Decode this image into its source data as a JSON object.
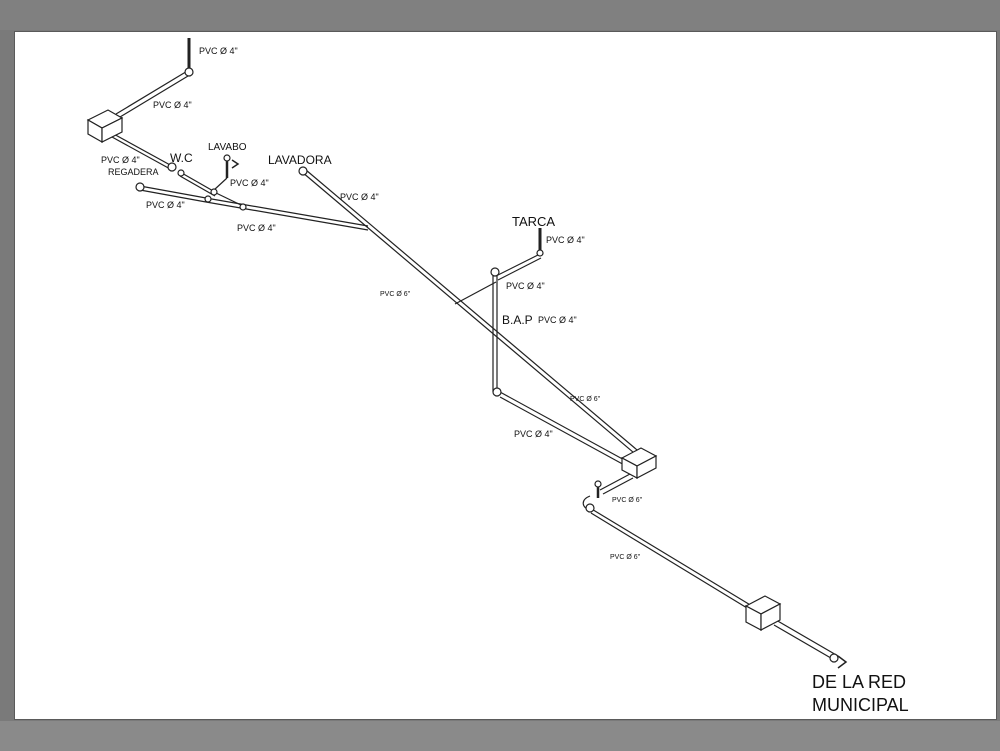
{
  "fixtures": {
    "wc": "W.C",
    "lavabo": "LAVABO",
    "lavadora": "LAVADORA",
    "regadera": "REGADERA",
    "tarca": "TARCA",
    "bap": "B.A.P",
    "destination_line1": "DE LA RED",
    "destination_line2": "MUNICIPAL"
  },
  "pipe_labels": {
    "pvc4_top": "PVC Ø 4\"",
    "pvc4_upper": "PVC Ø 4\"",
    "pvc4_wc": "PVC Ø 4\"",
    "pvc4_lavabo": "PVC Ø 4\"",
    "pvc4_regadera": "PVC Ø 4\"",
    "pvc4_lavadora": "PVC Ø 4\"",
    "pvc4_main": "PVC Ø 4\"",
    "pvc6_branch": "PVC Ø 6\"",
    "pvc4_tarca": "PVC Ø 4\"",
    "pvc4_bap_top": "PVC Ø 4\"",
    "pvc4_bap": "PVC Ø 4\"",
    "pvc6_diag": "PVC Ø 6\"",
    "pvc4_lower": "PVC Ø 4\"",
    "pvc6_riser": "PVC Ø 6\"",
    "pvc6_outlet": "PVC Ø 6\""
  }
}
